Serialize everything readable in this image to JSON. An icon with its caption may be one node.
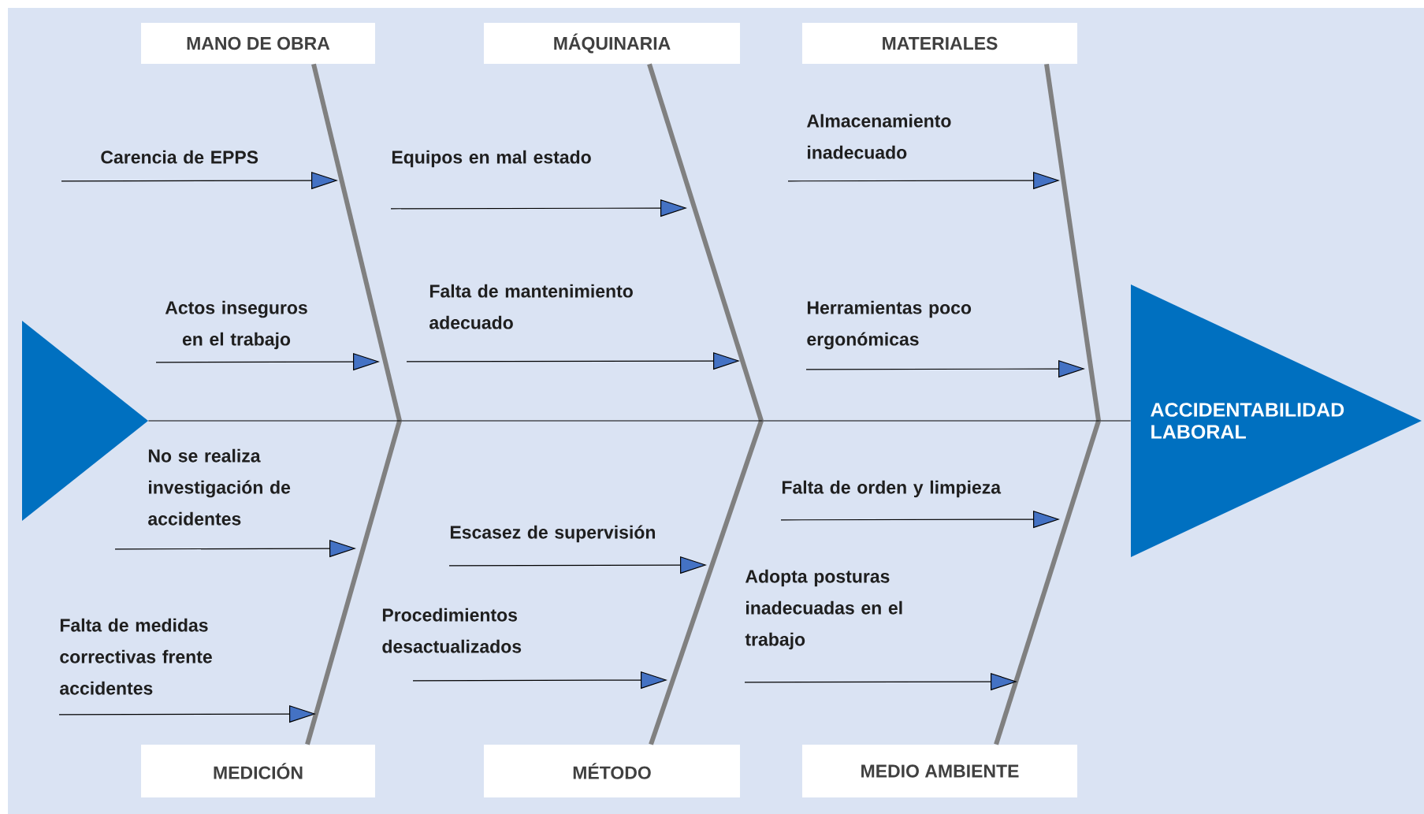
{
  "diagram": {
    "nodes": [
      {
        "text": [
          "MANO DE OBRA"
        ]
      },
      {
        "text": [
          "MÁQUINARIA"
        ]
      },
      {
        "text": [
          "MATERIALES"
        ]
      },
      {
        "text": [
          "Carencia de EPPS"
        ]
      },
      {
        "text": [
          "Equipos en mal estado"
        ]
      },
      {
        "text": [
          "Almacenamiento inadecuado"
        ]
      },
      {
        "text": [
          "Actos inseguros en el trabajo"
        ]
      },
      {
        "text": [
          "Falta de mantenimiento adecuado"
        ]
      },
      {
        "text": [
          "Herramientas poco ergonómicas"
        ]
      },
      {
        "text": [],
        "shape": "triangle"
      },
      {
        "text": [
          "ACCIDENTABILIDAD LABORAL"
        ]
      },
      {
        "text": [
          "No se realiza investigación de accidentes"
        ]
      },
      {
        "text": [
          "Escasez de supervisión"
        ]
      },
      {
        "text": [
          "Falta de orden y limpieza"
        ]
      },
      {
        "text": [
          "Procedimientos desactualizados"
        ]
      },
      {
        "text": [
          "Falta de medidas correctivas frente accidentes"
        ]
      },
      {
        "text": [
          "Adopta posturas inadecuadas en el trabajo"
        ]
      },
      {
        "text": [
          "MEDICIÓN"
        ]
      },
      {
        "text": [
          "MÉTODO"
        ]
      },
      {
        "text": [
          "MEDIO AMBIENTE"
        ]
      }
    ],
    "edges": [
      {
        "from": 0,
        "to": null,
        "arrow": "none",
        "style": "thick",
        "color": "#808080"
      },
      {
        "from": 1,
        "to": null,
        "arrow": "none",
        "style": "thick",
        "color": "#808080"
      },
      {
        "from": 2,
        "to": null,
        "arrow": "none",
        "style": "thick",
        "color": "#808080"
      },
      {
        "from": 17,
        "to": null,
        "arrow": "none",
        "style": "thick",
        "color": "#808080"
      },
      {
        "from": 18,
        "to": null,
        "arrow": "none",
        "style": "thick",
        "color": "#808080"
      },
      {
        "from": 19,
        "to": null,
        "arrow": "none",
        "style": "thick",
        "color": "#808080"
      },
      {
        "from": 3,
        "to": null,
        "arrow": "to"
      },
      {
        "from": 4,
        "to": null,
        "arrow": "to"
      },
      {
        "from": 5,
        "to": null,
        "arrow": "to"
      },
      {
        "from": 6,
        "to": null,
        "arrow": "to"
      },
      {
        "from": 7,
        "to": null,
        "arrow": "to"
      },
      {
        "from": 8,
        "to": null,
        "arrow": "to"
      },
      {
        "from": 11,
        "to": null,
        "arrow": "to"
      },
      {
        "from": 12,
        "to": null,
        "arrow": "to"
      },
      {
        "from": 13,
        "to": null,
        "arrow": "to"
      },
      {
        "from": 14,
        "to": null,
        "arrow": "to"
      },
      {
        "from": 15,
        "to": null,
        "arrow": "to"
      },
      {
        "from": 16,
        "to": null,
        "arrow": "to"
      },
      {
        "from": 9,
        "to": 10,
        "arrow": "none"
      }
    ]
  }
}
